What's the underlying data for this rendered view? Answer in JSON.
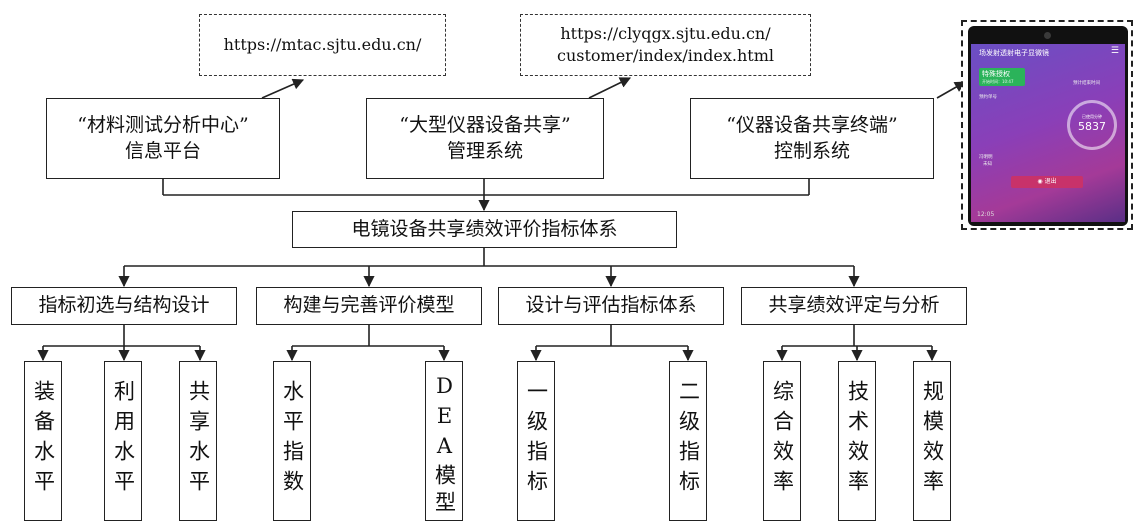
{
  "urls": {
    "mtac": "https://mtac.sjtu.edu.cn/",
    "clyqgx_line1": "https://clyqgx.sjtu.edu.cn/",
    "clyqgx_line2": "customer/index/index.html"
  },
  "systems": [
    {
      "line1": "“材料测试分析中心”",
      "line2": "信息平台"
    },
    {
      "line1": "“大型仪器设备共享”",
      "line2": "管理系统"
    },
    {
      "line1": "“仪器设备共享终端”",
      "line2": "控制系统"
    }
  ],
  "center": "电镜设备共享绩效评价指标体系",
  "categories": [
    "指标初选与结构设计",
    "构建与完善评价模型",
    "设计与评估指标体系",
    "共享绩效评定与分析"
  ],
  "leaves": [
    "装备水平",
    "利用水平",
    "共享水平",
    "水平指数",
    "DEA模型",
    "一级指标",
    "二级指标",
    "综合效率",
    "技术效率",
    "规模效率"
  ],
  "phone": {
    "title": "场发射透射电子显微镜",
    "badge": "特殊授权",
    "badge_sub": "开始时间：10:47",
    "user_label": "预约单号",
    "estimate_label": "预计结束时间",
    "used_label": "已使用分钟",
    "used_value": "5837",
    "person": "冯明明",
    "status": "未知",
    "exit_button": "◉ 退出",
    "time": "12:05"
  }
}
